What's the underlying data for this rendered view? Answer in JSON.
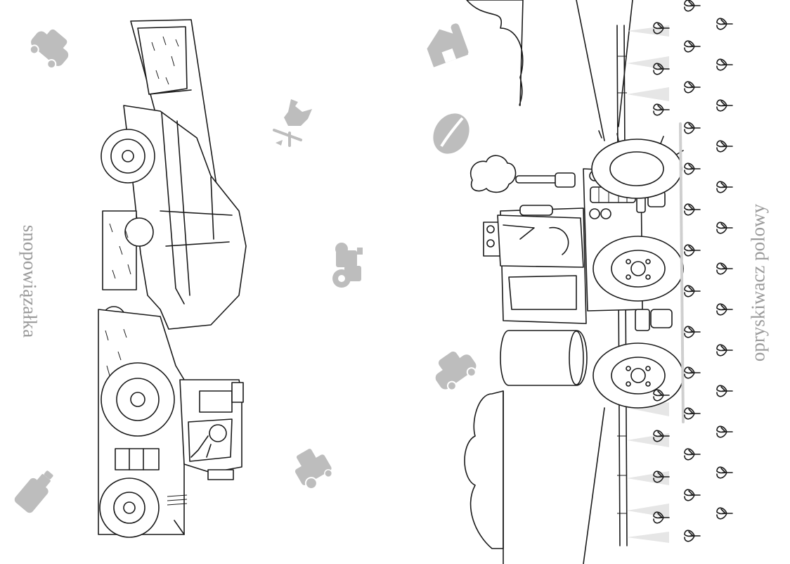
{
  "left_caption": "snopowiązałka",
  "right_caption": "opryskiwacz polowy",
  "colors": {
    "line_art": "#1a1a1a",
    "decor_gray": "#bdbdbd",
    "caption": "#9a9a9a",
    "background": "#ffffff"
  },
  "decorative_icons": [
    "car-icon",
    "rooster-weathervane-icon",
    "tractor-icon",
    "baler-icon",
    "bottle-icon",
    "barn-icon",
    "leaf-icon",
    "car-icon-2"
  ],
  "illustrations": [
    "baler-tractor",
    "field-sprayer-tractor"
  ]
}
